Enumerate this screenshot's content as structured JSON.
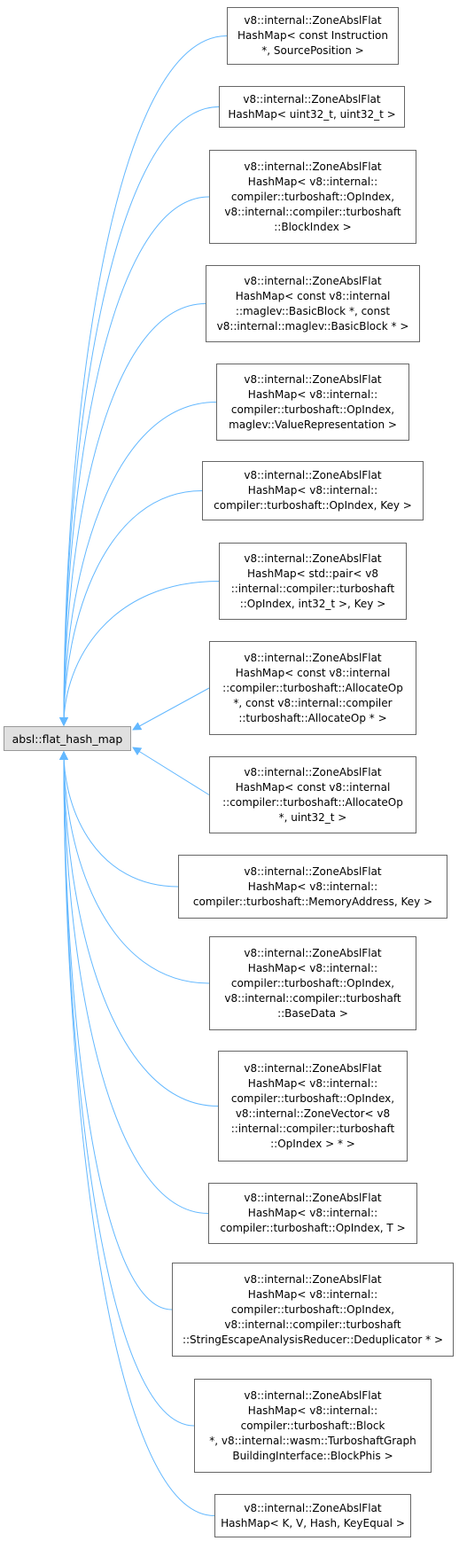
{
  "colors": {
    "edge": "#63b8ff",
    "node_border": "#666666",
    "base_fill": "#e0e0e0",
    "base_border": "#999999"
  },
  "base_node": {
    "label": "absl::flat_hash_map"
  },
  "derived_nodes": [
    {
      "label": "v8::internal::ZoneAbslFlat\nHashMap< const Instruction\n*, SourcePosition >"
    },
    {
      "label": "v8::internal::ZoneAbslFlat\nHashMap< uint32_t, uint32_t >"
    },
    {
      "label": "v8::internal::ZoneAbslFlat\nHashMap< v8::internal::\ncompiler::turboshaft::OpIndex,\nv8::internal::compiler::turboshaft\n::BlockIndex >"
    },
    {
      "label": "v8::internal::ZoneAbslFlat\nHashMap< const v8::internal\n::maglev::BasicBlock *, const\nv8::internal::maglev::BasicBlock * >"
    },
    {
      "label": "v8::internal::ZoneAbslFlat\nHashMap< v8::internal::\ncompiler::turboshaft::OpIndex,\nmaglev::ValueRepresentation >"
    },
    {
      "label": "v8::internal::ZoneAbslFlat\nHashMap< v8::internal::\ncompiler::turboshaft::OpIndex, Key >"
    },
    {
      "label": "v8::internal::ZoneAbslFlat\nHashMap< std::pair< v8\n::internal::compiler::turboshaft\n::OpIndex, int32_t >, Key >"
    },
    {
      "label": "v8::internal::ZoneAbslFlat\nHashMap< const v8::internal\n::compiler::turboshaft::AllocateOp\n*, const v8::internal::compiler\n::turboshaft::AllocateOp * >"
    },
    {
      "label": "v8::internal::ZoneAbslFlat\nHashMap< const v8::internal\n::compiler::turboshaft::AllocateOp\n*, uint32_t >"
    },
    {
      "label": "v8::internal::ZoneAbslFlat\nHashMap< v8::internal::\ncompiler::turboshaft::MemoryAddress, Key >"
    },
    {
      "label": "v8::internal::ZoneAbslFlat\nHashMap< v8::internal::\ncompiler::turboshaft::OpIndex,\nv8::internal::compiler::turboshaft\n::BaseData >"
    },
    {
      "label": "v8::internal::ZoneAbslFlat\nHashMap< v8::internal::\ncompiler::turboshaft::OpIndex,\nv8::internal::ZoneVector< v8\n::internal::compiler::turboshaft\n::OpIndex > * >"
    },
    {
      "label": "v8::internal::ZoneAbslFlat\nHashMap< v8::internal::\ncompiler::turboshaft::OpIndex, T >"
    },
    {
      "label": "v8::internal::ZoneAbslFlat\nHashMap< v8::internal::\ncompiler::turboshaft::OpIndex,\nv8::internal::compiler::turboshaft\n::StringEscapeAnalysisReducer::Deduplicator * >"
    },
    {
      "label": "v8::internal::ZoneAbslFlat\nHashMap< v8::internal::\ncompiler::turboshaft::Block\n*, v8::internal::wasm::TurboshaftGraph\nBuildingInterface::BlockPhis >"
    },
    {
      "label": "v8::internal::ZoneAbslFlat\nHashMap< K, V, Hash, KeyEqual >"
    }
  ]
}
